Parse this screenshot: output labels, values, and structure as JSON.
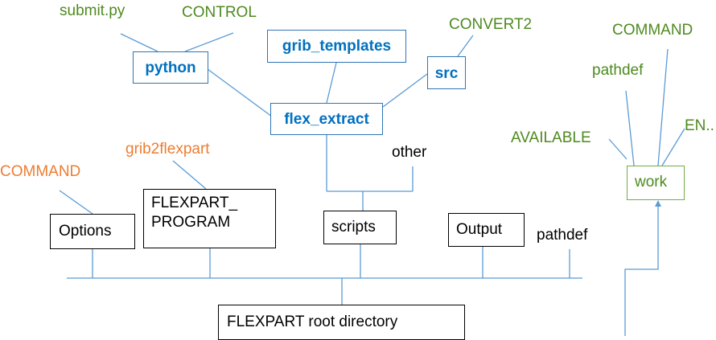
{
  "colors": {
    "blue_line": "#5b9bd5",
    "black_line": "#000000",
    "blue_text": "#0070c0",
    "green_text": "#4e8a1f",
    "orange_text": "#ed7d31"
  },
  "nodes": {
    "python": "python",
    "grib_templates": "grib_templates",
    "src": "src",
    "flex_extract": "flex_extract",
    "flexpart_program_line1": "FLEXPART_",
    "flexpart_program_line2": "PROGRAM",
    "options": "Options",
    "scripts": "scripts",
    "output": "Output",
    "root": "FLEXPART root directory",
    "work": "work"
  },
  "labels": {
    "submit_py": "submit.py",
    "control": "CONTROL",
    "convert2": "CONVERT2",
    "command_top": "COMMAND",
    "pathdef_top": "pathdef",
    "available": "AVAILABLE",
    "en": "EN..",
    "grib2flexpart": "grib2flexpart",
    "command_left": "COMMAND",
    "other": "other",
    "pathdef_root": "pathdef"
  }
}
